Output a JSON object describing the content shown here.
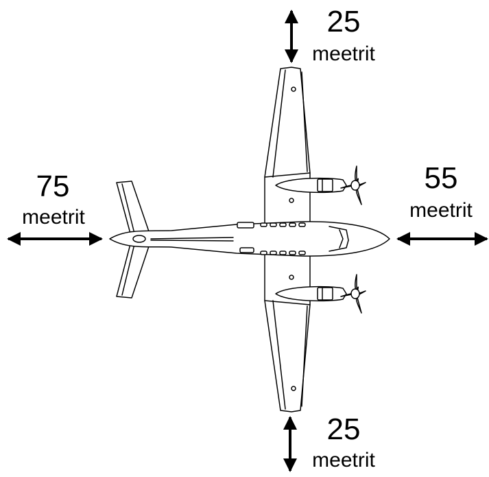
{
  "clearances": {
    "top": {
      "value": "25",
      "unit": "meetrit"
    },
    "left": {
      "value": "75",
      "unit": "meetrit"
    },
    "right": {
      "value": "55",
      "unit": "meetrit"
    },
    "bottom": {
      "value": "25",
      "unit": "meetrit"
    }
  },
  "colors": {
    "stroke": "#000000",
    "fill": "#ffffff"
  }
}
